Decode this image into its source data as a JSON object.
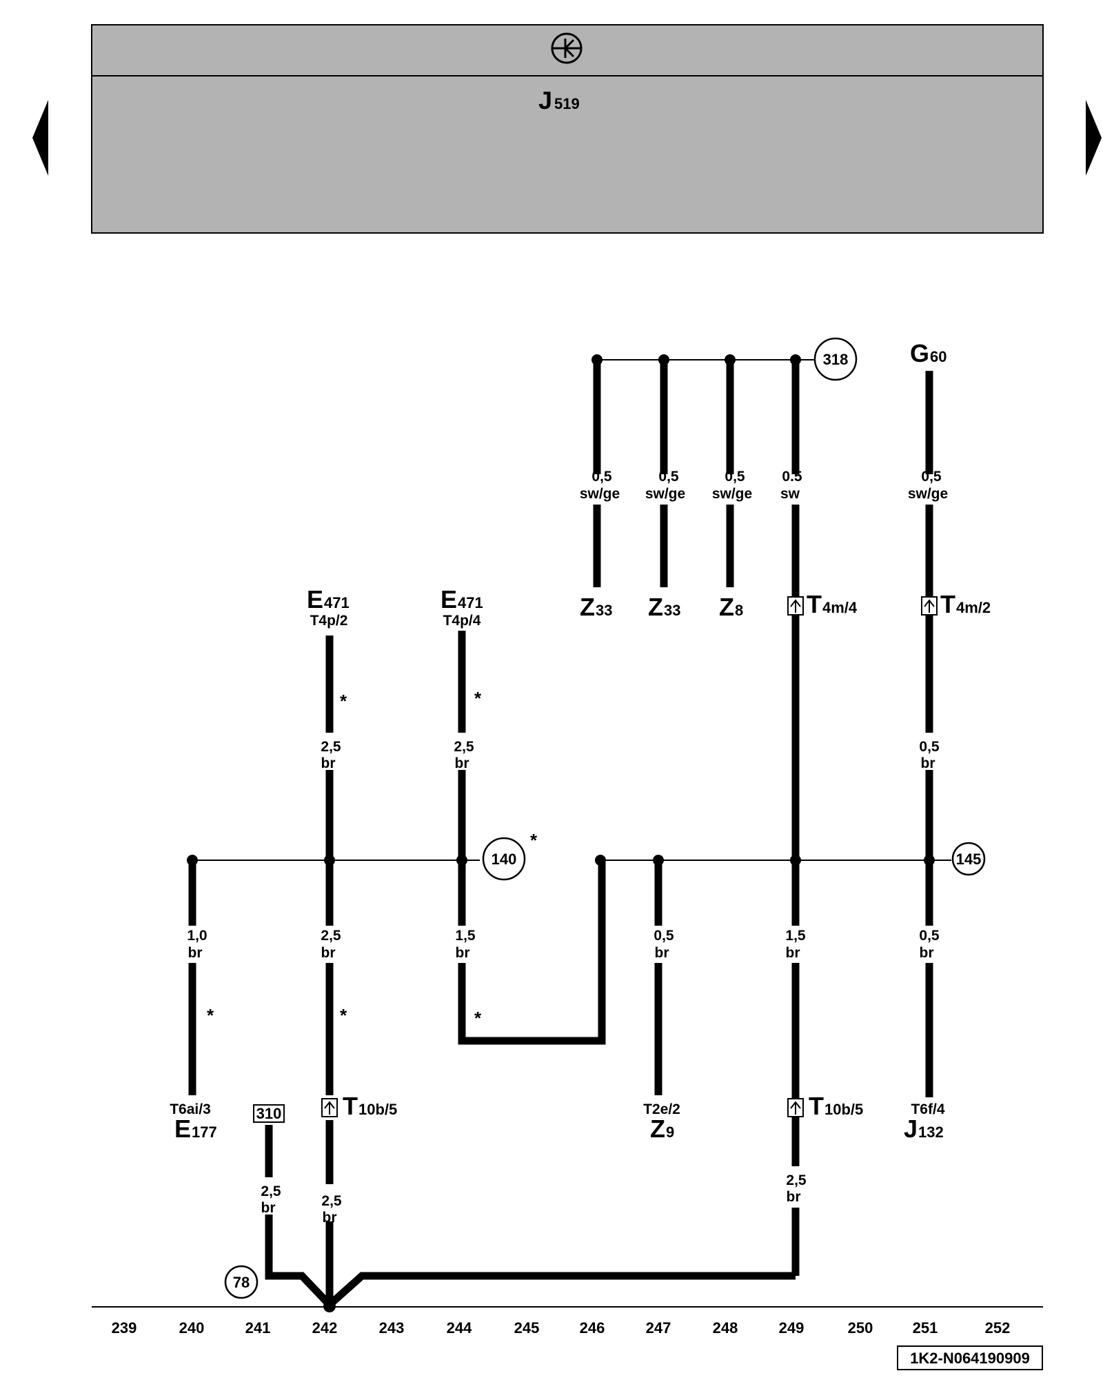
{
  "header": {
    "control_unit_main": "J",
    "control_unit_sub": "519",
    "ground_symbol": "earth-circle-symbol"
  },
  "navigation": {
    "prev": "triangle-left-icon",
    "next": "triangle-right-icon"
  },
  "components": {
    "e471_a": {
      "main": "E",
      "sub": "471",
      "pin": "T4p/2"
    },
    "e471_b": {
      "main": "E",
      "sub": "471",
      "pin": "T4p/4"
    },
    "z33_a": {
      "main": "Z",
      "sub": "33"
    },
    "z33_b": {
      "main": "Z",
      "sub": "33"
    },
    "z8": {
      "main": "Z",
      "sub": "8"
    },
    "g60": {
      "main": "G",
      "sub": "60"
    },
    "t4m4": {
      "main": "T",
      "sub": "4m/4"
    },
    "t4m2": {
      "main": "T",
      "sub": "4m/2"
    },
    "e177": {
      "pin": "T6ai/3",
      "main": "E",
      "sub": "177"
    },
    "t10b5_a": {
      "main": "T",
      "sub": "10b/5"
    },
    "z9": {
      "pin": "T2e/2",
      "main": "Z",
      "sub": "9"
    },
    "t10b5_b": {
      "main": "T",
      "sub": "10b/5"
    },
    "j132": {
      "pin": "T6f/4",
      "main": "J",
      "sub": "132"
    }
  },
  "wires": {
    "w678": {
      "size": "0,5",
      "color": "sw/ge"
    },
    "w752": {
      "size": "0,5",
      "color": "sw/ge"
    },
    "w828": {
      "size": "0,5",
      "color": "sw/ge"
    },
    "w901_top": {
      "size": "0.5",
      "color": "sw"
    },
    "w1053_top": {
      "size": "0,5",
      "color": "sw/ge"
    },
    "w1053_mid": {
      "size": "0,5",
      "color": "br"
    },
    "w374_top": {
      "size": "2,5",
      "color": "br"
    },
    "w524_top": {
      "size": "2,5",
      "color": "br"
    },
    "w218": {
      "size": "1,0",
      "color": "br"
    },
    "w374_mid": {
      "size": "2,5",
      "color": "br"
    },
    "w524_mid": {
      "size": "1,5",
      "color": "br"
    },
    "w747": {
      "size": "0,5",
      "color": "br"
    },
    "w901_mid": {
      "size": "1,5",
      "color": "br"
    },
    "w1053_bot": {
      "size": "0,5",
      "color": "br"
    },
    "w305": {
      "size": "2,5",
      "color": "br"
    },
    "w374_bot": {
      "size": "2,5",
      "color": "br"
    },
    "w901_bot": {
      "size": "2,5",
      "color": "br"
    }
  },
  "connections": {
    "c318": "318",
    "c140": "140",
    "c145": "145",
    "c78": "78",
    "c310": "310"
  },
  "annotations": {
    "star": "*"
  },
  "scale": [
    "239",
    "240",
    "241",
    "242",
    "243",
    "244",
    "245",
    "246",
    "247",
    "248",
    "249",
    "250",
    "251",
    "252"
  ],
  "doc_id": "1K2-N064190909"
}
